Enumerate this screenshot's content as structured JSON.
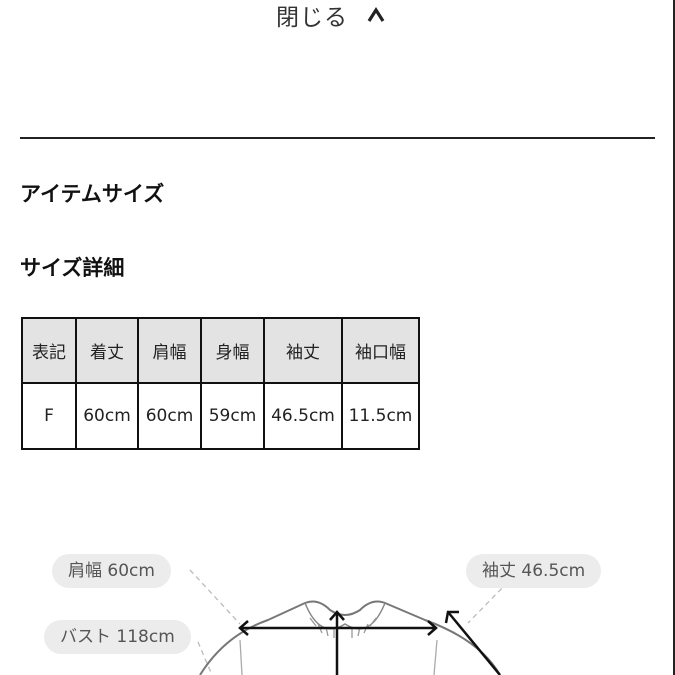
{
  "header": {
    "close_label": "閉じる",
    "close_icon": "chevron-up-icon"
  },
  "sections": {
    "item_size_title": "アイテムサイズ",
    "size_detail_title": "サイズ詳細"
  },
  "size_table": {
    "headers": [
      "表記",
      "着丈",
      "肩幅",
      "身幅",
      "袖丈",
      "袖口幅"
    ],
    "rows": [
      [
        "F",
        "60cm",
        "60cm",
        "59cm",
        "46.5cm",
        "11.5cm"
      ]
    ]
  },
  "diagram": {
    "labels": {
      "shoulder": "肩幅  60cm",
      "bust": "バスト  118cm",
      "sleeve": "袖丈  46.5cm"
    }
  }
}
